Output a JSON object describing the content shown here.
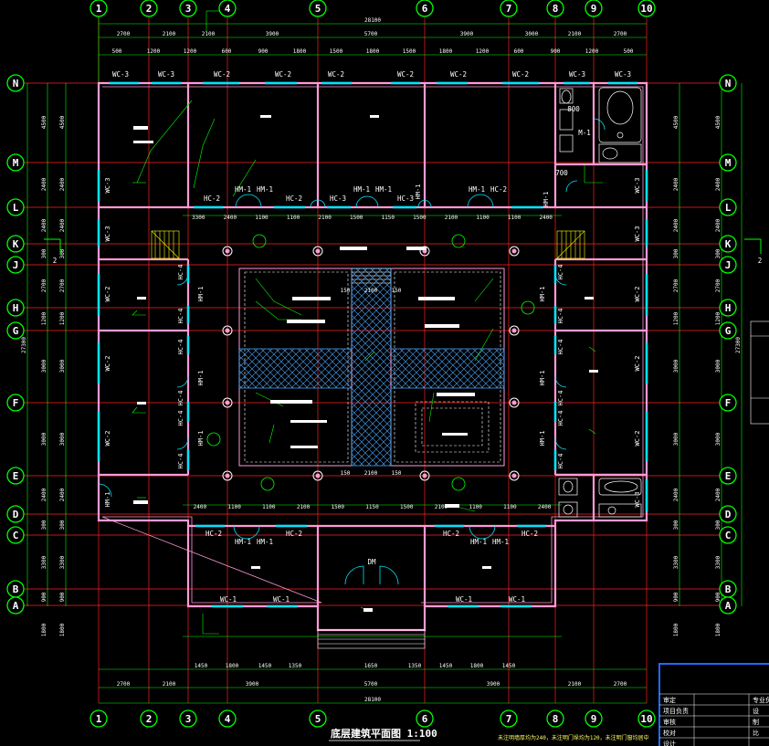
{
  "drawing": {
    "title": "底层建筑平面图",
    "scale": "1:100",
    "note": "未注明墙厚均为240，未注明门垛均为120，未注明门窗均居中"
  },
  "axes": {
    "columns": [
      "1",
      "2",
      "3",
      "4",
      "5",
      "6",
      "7",
      "8",
      "9",
      "10"
    ],
    "rows": [
      "N",
      "M",
      "L",
      "K",
      "J",
      "H",
      "G",
      "F",
      "E",
      "D",
      "C",
      "B",
      "A"
    ]
  },
  "section_marks": [
    "2",
    "2"
  ],
  "dimensions": {
    "top_total": "28100",
    "bottom_total": "28100",
    "top_row2": [
      "2700",
      "2100",
      "2100",
      "3900",
      "5700",
      "3900",
      "3000",
      "2100",
      "2700"
    ],
    "top_row3": [
      "500",
      "1200",
      "1200",
      "600",
      "900",
      "1800",
      "1500",
      "1800",
      "1500",
      "1800",
      "1200",
      "600",
      "900",
      "1200",
      "500"
    ],
    "bottom_row1": [
      "1450",
      "1800",
      "1450",
      "1350",
      "1650",
      "1350",
      "1450",
      "1800",
      "1450"
    ],
    "bottom_row2": [
      "2700",
      "2100",
      "3900",
      "5700",
      "3900",
      "2100",
      "2700"
    ],
    "left_total": "27300",
    "right_total": "27300",
    "left_row": [
      "4500",
      "2400",
      "2400",
      "300",
      "2700",
      "1200",
      "3000",
      "3000",
      "2400",
      "300",
      "3300",
      "900",
      "1800"
    ],
    "right_row": [
      "4500",
      "2400",
      "2400",
      "300",
      "2700",
      "1200",
      "3000",
      "3000",
      "2400",
      "300",
      "3300",
      "900",
      "1800"
    ],
    "inner_row_L": [
      "3300",
      "2400",
      "1100",
      "1100",
      "2100",
      "1500",
      "1150",
      "1500",
      "2100",
      "1100",
      "1100",
      "2400"
    ],
    "inner_row_D": [
      "2400",
      "1100",
      "1100",
      "2100",
      "1500",
      "1150",
      "1500",
      "2100",
      "1100",
      "1100",
      "2400"
    ],
    "courtyard_top": [
      "150",
      "2100",
      "150"
    ],
    "courtyard_bottom": [
      "150",
      "2100",
      "150"
    ]
  },
  "labels": {
    "windows_top": [
      "WC-3",
      "WC-3",
      "WC-2",
      "WC-2",
      "WC-2",
      "WC-2",
      "WC-2",
      "WC-2",
      "WC-3",
      "WC-3"
    ],
    "windows_bottom": [
      "WC-1",
      "WC-1",
      "WC-1",
      "WC-1"
    ],
    "windows_left": [
      "WC-3",
      "WC-3",
      "WC-2",
      "WC-2",
      "WC-2",
      "HM-1"
    ],
    "windows_right": [
      "WC-3",
      "WC-3",
      "WC-2",
      "WC-2",
      "WC-2",
      "WC-3"
    ],
    "doors_L": [
      "HC-2",
      "HM-1",
      "HM-1",
      "HC-2",
      "HC-3",
      "HM-1",
      "HM-1",
      "HC-3",
      "HM-1",
      "HM-1",
      "HC-2",
      "HM-1"
    ],
    "doors_D": [
      "HC-2",
      "HM-1",
      "HM-1",
      "HC-2",
      "HC-2",
      "HM-1",
      "HM-1",
      "HC-2"
    ],
    "doors_side_left": [
      "HC-4",
      "HM-1",
      "HC-4",
      "HC-4",
      "HM-1",
      "HC-4",
      "HC-4",
      "HM-1",
      "HC-4"
    ],
    "doors_side_right": [
      "HC-4",
      "HM-1",
      "HC-4",
      "HC-4",
      "HM-1",
      "HC-4",
      "HC-4",
      "HM-1",
      "HC-4"
    ],
    "main_door": "DM",
    "door_MM": "M-1",
    "dim_800": "800",
    "dim_700": "700",
    "section_label": "2"
  },
  "title_block": {
    "rows": [
      "审定",
      "项目负责",
      "审核",
      "校对",
      "设计"
    ],
    "right": [
      "专业负",
      "设",
      "制",
      "比"
    ]
  },
  "colors": {
    "background": "#000000",
    "axis": "#ff2020",
    "dimension": "#00ff00",
    "bubble": "#00ff00",
    "wall": "#ff9ad5",
    "window": "#00e5ff",
    "fixtures": "#ffffff",
    "hatch": "#4aa8ff",
    "stair": "#ffff00",
    "titleblock": "#1e6bff"
  }
}
